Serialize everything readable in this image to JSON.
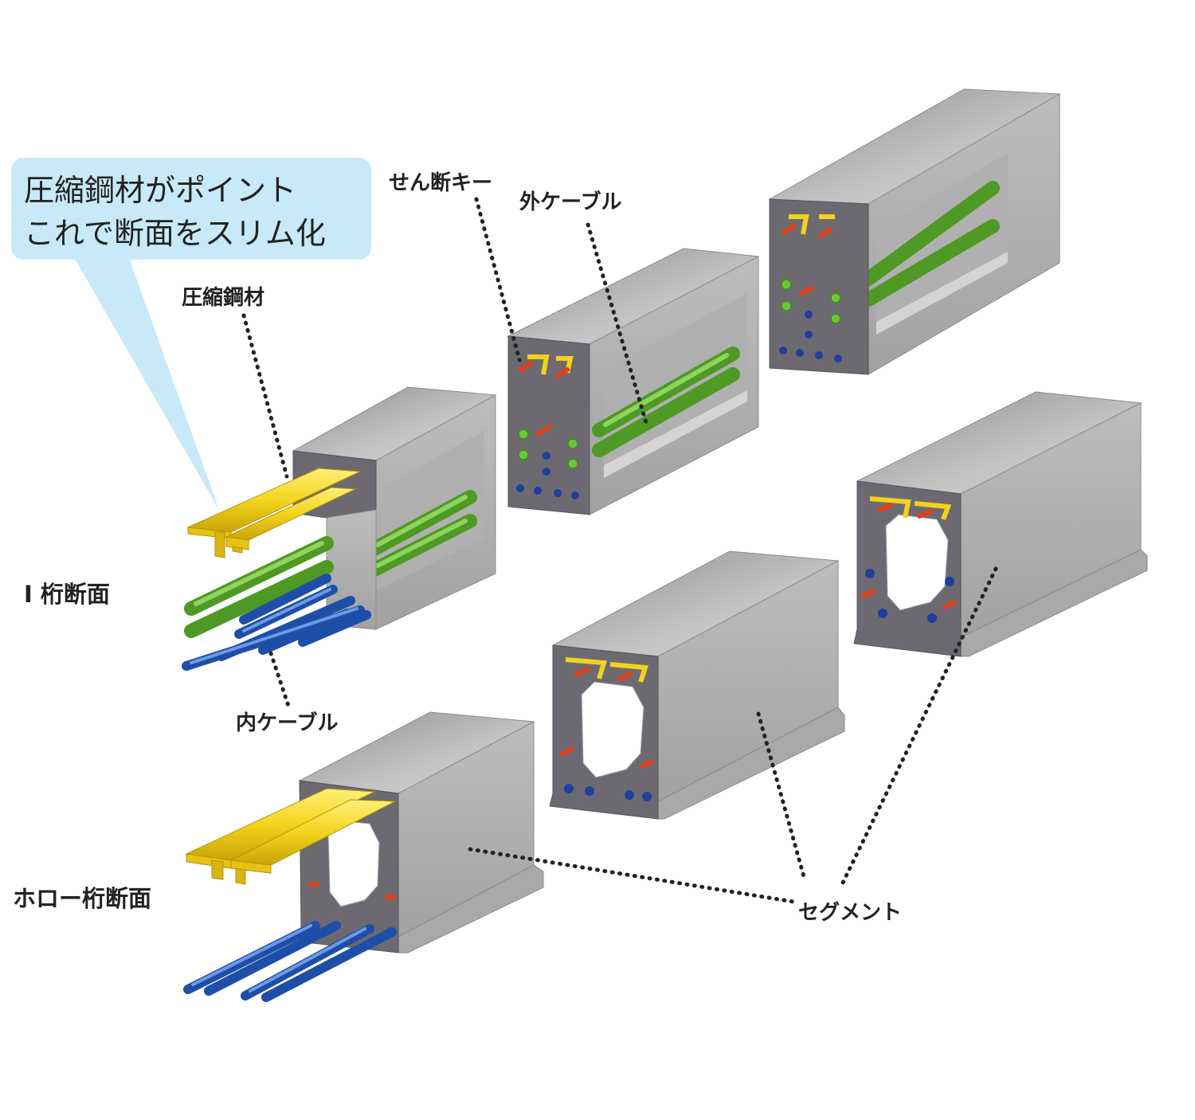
{
  "callout": {
    "line1": "圧縮鋼材がポイント",
    "line2": "これで断面をスリム化"
  },
  "labels": {
    "compression_steel": "圧縮鋼材",
    "shear_key": "せん断キー",
    "external_cable": "外ケーブル",
    "i_girder_section": "I 桁断面",
    "internal_cable": "内ケーブル",
    "hollow_girder_section": "ホロー桁断面",
    "segment": "セグメント"
  },
  "colors": {
    "callout_bg": "#c8e9f8",
    "concrete": "#b9b9b9",
    "end_face": "#6c6a70",
    "compression_steel": "#f2d21c",
    "external_cable": "#6cc53c",
    "internal_cable": "#1f4fb0",
    "shear_key": "#e0401c"
  }
}
